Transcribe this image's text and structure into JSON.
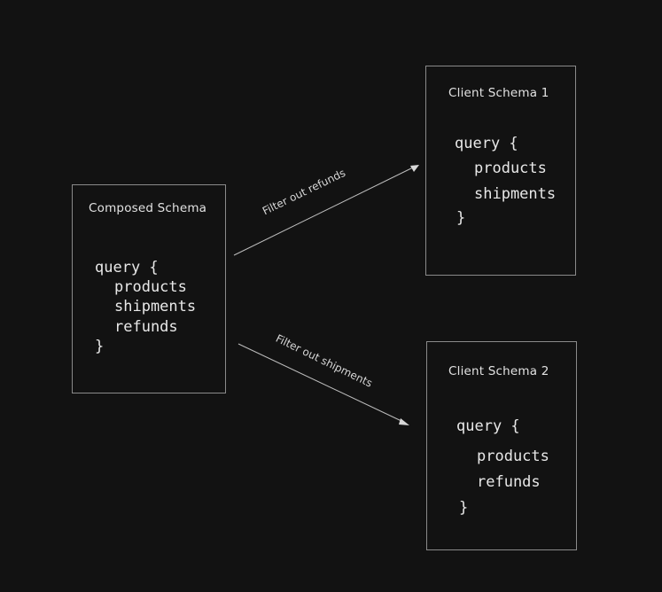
{
  "nodes": {
    "composed": {
      "title": "Composed Schema",
      "lines": [
        "query {",
        "products",
        "shipments",
        "refunds",
        "}"
      ]
    },
    "client1": {
      "title": "Client Schema 1",
      "lines": [
        "query {",
        "products",
        "shipments",
        "}"
      ]
    },
    "client2": {
      "title": "Client Schema 2",
      "lines": [
        "query {",
        "products",
        "refunds",
        "}"
      ]
    }
  },
  "edges": [
    {
      "from": "composed",
      "to": "client1",
      "label": "Filter out refunds"
    },
    {
      "from": "composed",
      "to": "client2",
      "label": "Filter out shipments"
    }
  ],
  "colors": {
    "background": "#121212",
    "stroke": "#8a8a8a",
    "text": "#e4e4e4"
  }
}
